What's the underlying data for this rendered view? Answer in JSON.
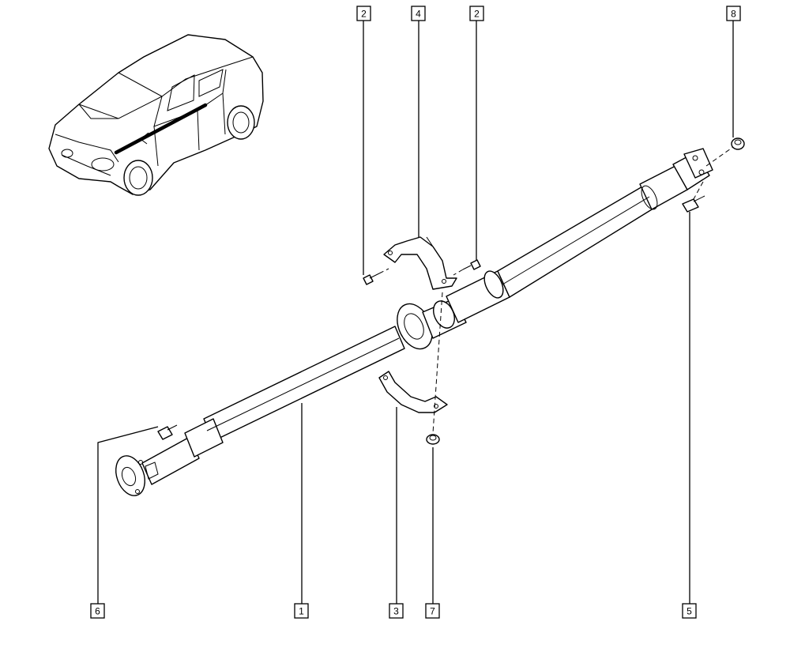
{
  "callouts": [
    {
      "label": "2"
    },
    {
      "label": "4"
    },
    {
      "label": "2"
    },
    {
      "label": "8"
    },
    {
      "label": "6"
    },
    {
      "label": "1"
    },
    {
      "label": "3"
    },
    {
      "label": "7"
    },
    {
      "label": "5"
    }
  ],
  "colors": {
    "line": "#000000",
    "background": "#ffffff",
    "highlight": "#000000"
  }
}
